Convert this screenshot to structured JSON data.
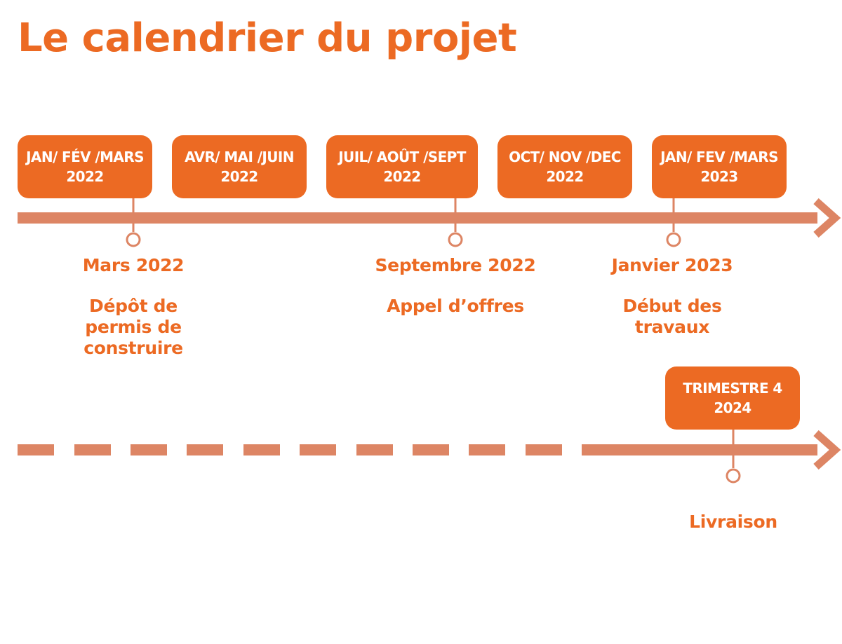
{
  "title": "Le calendrier du projet",
  "colors": {
    "accent": "#ec6a23",
    "line": "#dd8564",
    "background": "#ffffff",
    "box_text": "#ffffff"
  },
  "periods": [
    {
      "line1": "JAN/ FÉV /MARS",
      "line2": "2022"
    },
    {
      "line1": "AVR/ MAI /JUIN",
      "line2": "2022"
    },
    {
      "line1": "JUIL/ AOÛT /SEPT",
      "line2": "2022"
    },
    {
      "line1": "OCT/ NOV /DEC",
      "line2": "2022"
    },
    {
      "line1": "JAN/ FEV /MARS",
      "line2": "2023"
    },
    {
      "line1": "TRIMESTRE 4",
      "line2": "2024"
    }
  ],
  "milestones": [
    {
      "date": "Mars 2022",
      "description": "Dépôt de permis de construire"
    },
    {
      "date": "Septembre 2022",
      "description": "Appel d’offres"
    },
    {
      "date": "Janvier 2023",
      "description": "Début des travaux"
    },
    {
      "date": "",
      "description": "Livraison"
    }
  ]
}
